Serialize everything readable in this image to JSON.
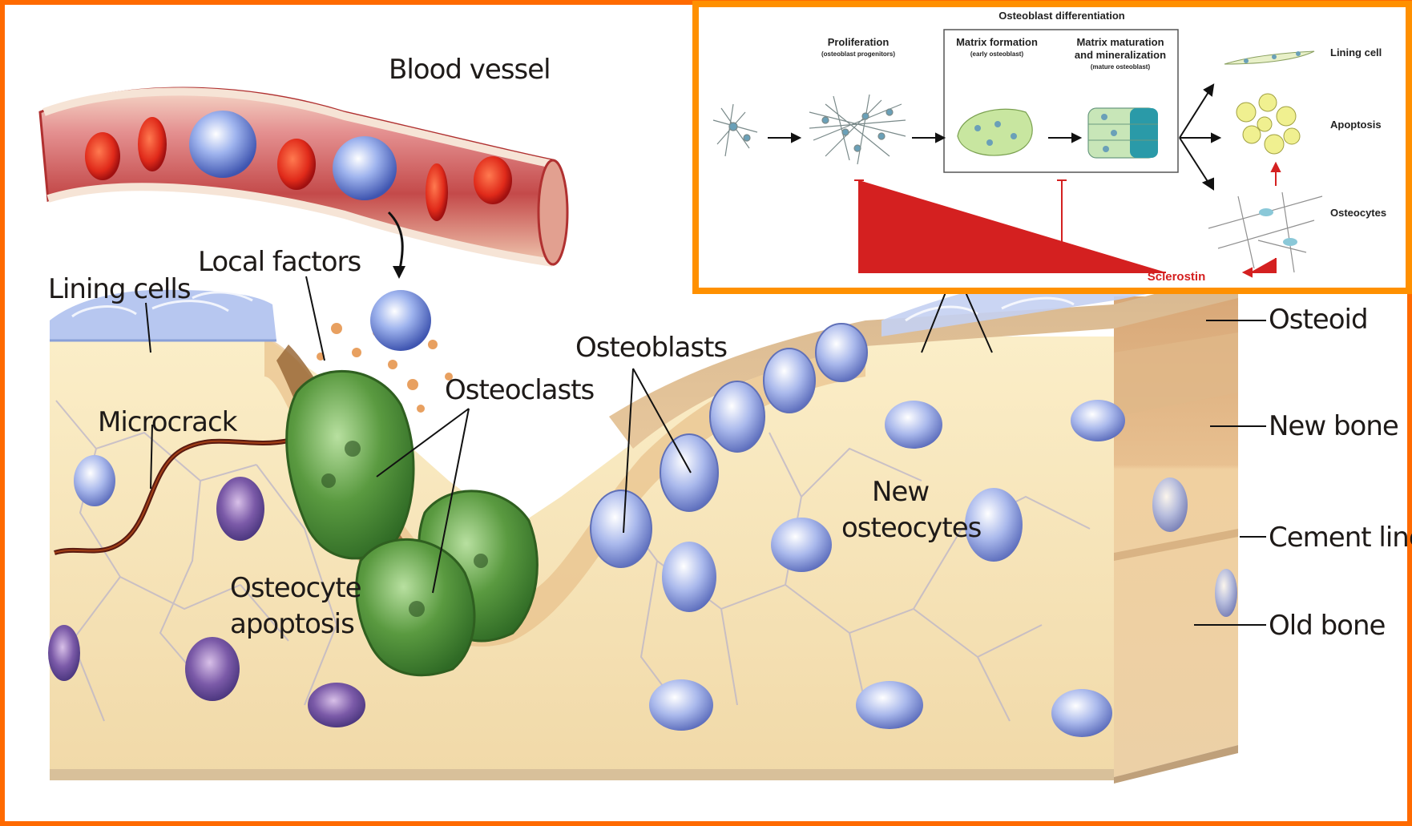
{
  "main": {
    "blood_vessel": "Blood vessel",
    "local_factors": "Local factors",
    "lining_cells": "Lining cells",
    "microcrack": "Microcrack",
    "osteoclasts": "Osteoclasts",
    "osteoblasts": "Osteoblasts",
    "osteocyte_apoptosis_1": "Osteocyte",
    "osteocyte_apoptosis_2": "apoptosis",
    "new_osteocytes_1": "New",
    "new_osteocytes_2": "osteocytes",
    "osteoid": "Osteoid",
    "new_bone": "New bone",
    "cement_line": "Cement line",
    "old_bone": "Old bone"
  },
  "inset": {
    "title": "Osteoblast differentiation",
    "proliferation": "Proliferation",
    "proliferation_sub": "(osteoblast progenitors)",
    "matrix_formation": "Matrix formation",
    "matrix_formation_sub": "(early osteoblast)",
    "matrix_maturation_1": "Matrix maturation",
    "matrix_maturation_2": "and mineralization",
    "matrix_maturation_sub": "(mature osteoblast)",
    "lining_cell": "Lining cell",
    "apoptosis": "Apoptosis",
    "osteocytes": "Osteocytes",
    "sclerostin": "Sclerostin"
  },
  "colors": {
    "frame": "#ff6a00",
    "inset_frame": "#ff9000",
    "sclerostin": "#d42020",
    "osteoclast": "#4f8f3a",
    "osteoblast": "#7f95d8",
    "bone": "#f2ddb0",
    "vessel": "#c84040"
  }
}
